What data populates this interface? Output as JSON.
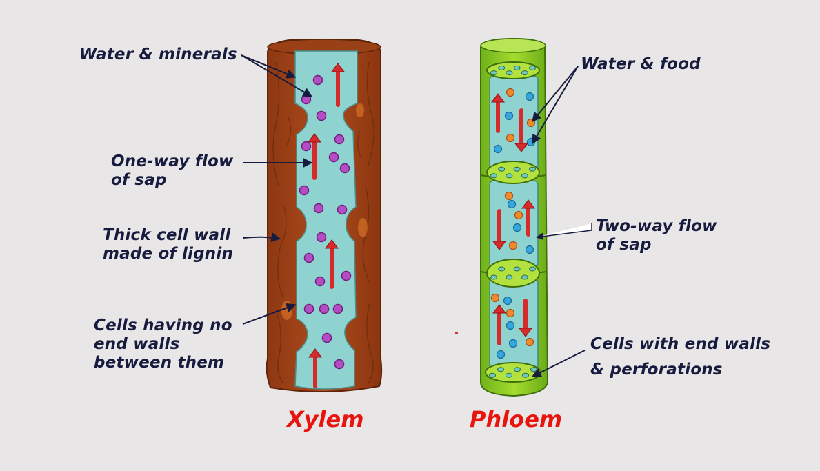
{
  "xylem": {
    "title": "Xylem",
    "labels": {
      "water_minerals": "Water & minerals",
      "one_way_flow": [
        "One-way flow",
        "of sap"
      ],
      "thick_cell_wall": [
        "Thick cell wall",
        "made of lignin"
      ],
      "no_end_walls": [
        "Cells having no",
        "end walls",
        "between them"
      ]
    }
  },
  "phloem": {
    "title": "Phloem",
    "labels": {
      "water_food": "Water & food",
      "two_way_flow": [
        "Two-way flow",
        "of sap"
      ],
      "end_walls": [
        "Cells with end walls",
        "& perforations"
      ]
    }
  },
  "colors": {
    "background": "#e8e6e7",
    "label_text": "#171c3f",
    "title_text": "#e8150f",
    "xylem_wall": "#a44318",
    "sap": "#8fd3d0",
    "phloem_wall": "#8ed124",
    "arrow": "#d72b2b",
    "particle_purple": "#b44cc4",
    "particle_blue": "#34a7dc",
    "particle_orange": "#f08a2c"
  }
}
